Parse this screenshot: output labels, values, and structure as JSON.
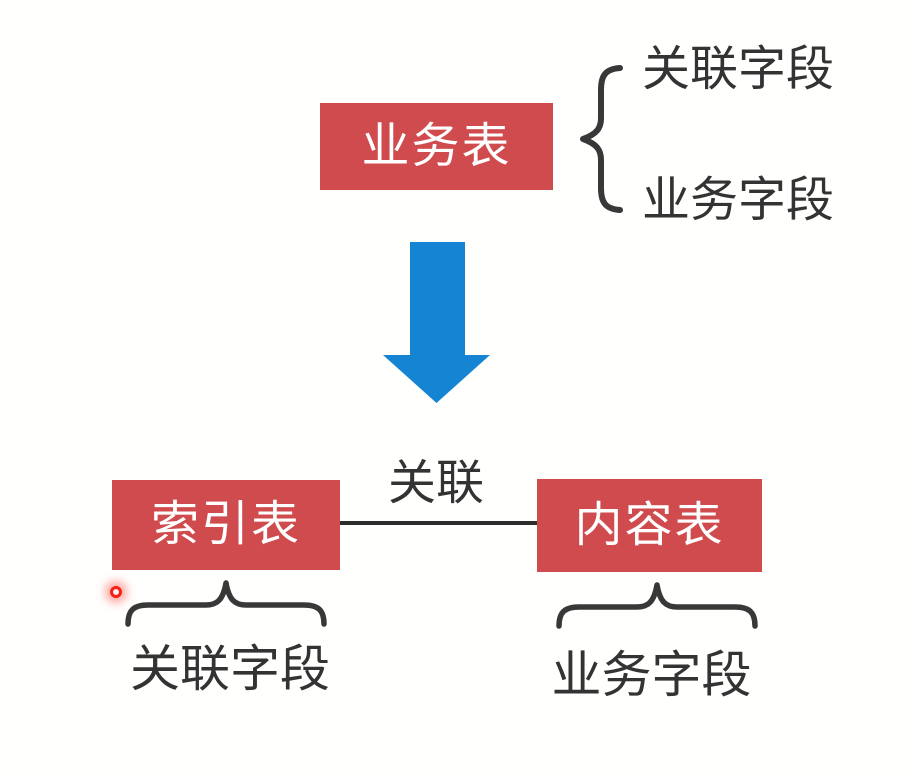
{
  "top": {
    "table_label": "业务表",
    "fields": [
      "关联字段",
      "业务字段"
    ]
  },
  "bottom": {
    "relation_label": "关联",
    "left": {
      "table_label": "索引表",
      "field_label": "关联字段"
    },
    "right": {
      "table_label": "内容表",
      "field_label": "业务字段"
    }
  },
  "icons": {
    "top_brace": "curly-brace-left",
    "arrow": "down-arrow",
    "left_brace": "under-brace",
    "right_brace": "under-brace",
    "laser": "laser-pointer-dot"
  },
  "colors": {
    "box_fill": "#d04b4d",
    "box_text": "#ffffff",
    "arrow_fill": "#1585d3",
    "stroke_dark": "#333333",
    "connector": "#2d2d2d",
    "laser_red": "#f52013",
    "background": "#fffffe"
  }
}
